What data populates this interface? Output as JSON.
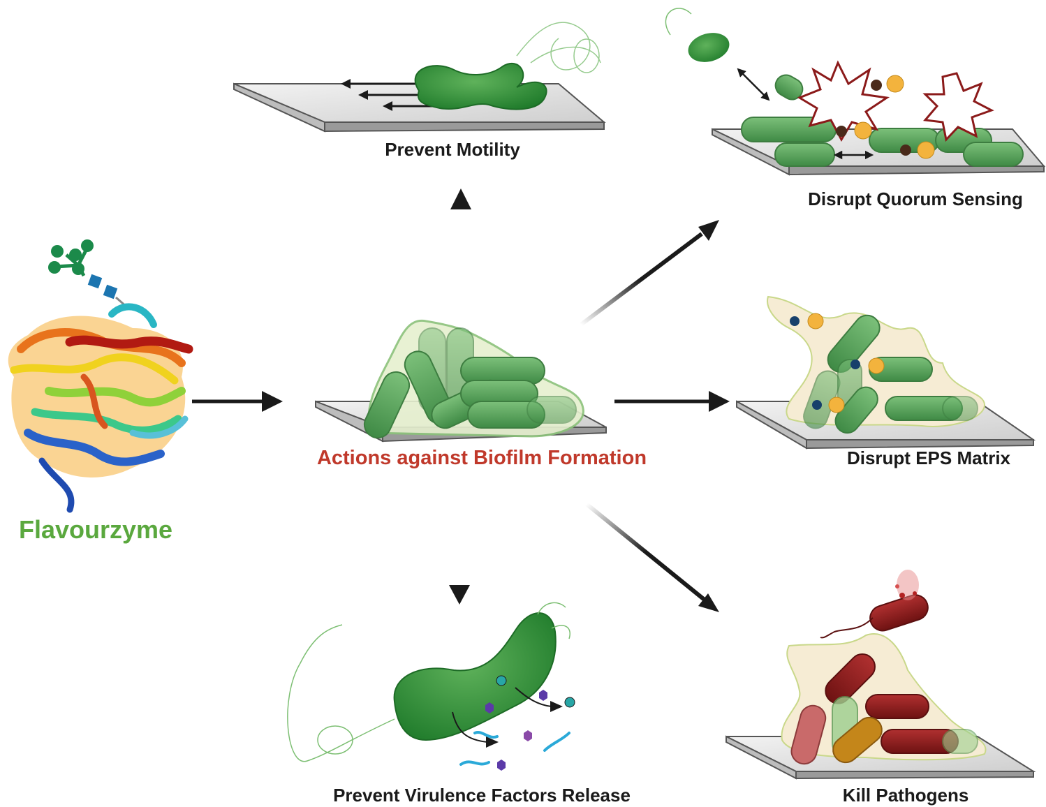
{
  "colors": {
    "label_dark": "#1a1a1a",
    "center_label": "#c0392b",
    "enzyme_label": "#5aa83e",
    "bacteria_green": "#4f9a52",
    "pathogen_red": "#8b1a1a",
    "eps_matrix": "#f6ecd4",
    "signal_orange": "#f3b33d",
    "arrow": "#1a1a1a"
  },
  "diagram": {
    "enzyme": {
      "label": "Flavourzyme",
      "icon": "protein-ribbon-icon"
    },
    "center": {
      "label": "Actions against Biofilm Formation",
      "icon": "biofilm-icon"
    },
    "outcomes": {
      "motility": {
        "label": "Prevent Motility",
        "icon": "motile-bacteria-icon"
      },
      "quorum": {
        "label": "Disrupt Quorum Sensing",
        "icon": "quorum-signal-icon"
      },
      "eps": {
        "label": "Disrupt EPS Matrix",
        "icon": "eps-matrix-icon"
      },
      "pathogens": {
        "label": "Kill Pathogens",
        "icon": "dead-pathogen-icon"
      },
      "virulence": {
        "label": "Prevent Virulence Factors Release",
        "icon": "virulence-bacterium-icon"
      }
    }
  }
}
